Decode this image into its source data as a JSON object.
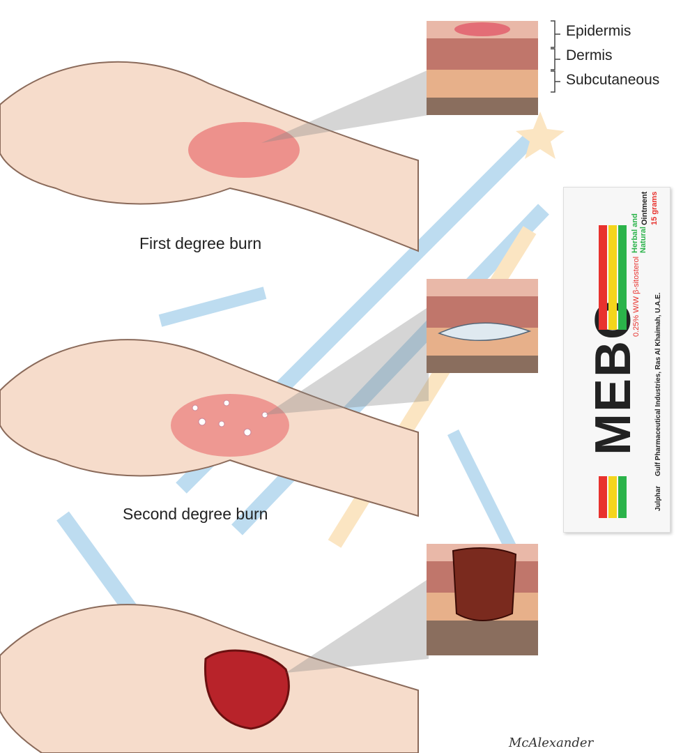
{
  "labels": {
    "first": "First degree burn",
    "second": "Second degree burn"
  },
  "layers": {
    "epidermis": "Epidermis",
    "dermis": "Dermis",
    "subcutaneous": "Subcutaneous"
  },
  "product": {
    "brand": "MEBO",
    "line1": "Herbal and Natural",
    "line2": "Ointment",
    "line3": "15 grams",
    "ingredient": "0.25% W/W β-sitosterol",
    "maker": "Gulf Pharmaceutical Industries, Ras Al Khaimah, U.A.E.",
    "logo": "Julphar",
    "colors": {
      "red": "#e8322e",
      "yellow": "#f4d51c",
      "green": "#2bb34a"
    }
  },
  "signature": "McAlexander"
}
